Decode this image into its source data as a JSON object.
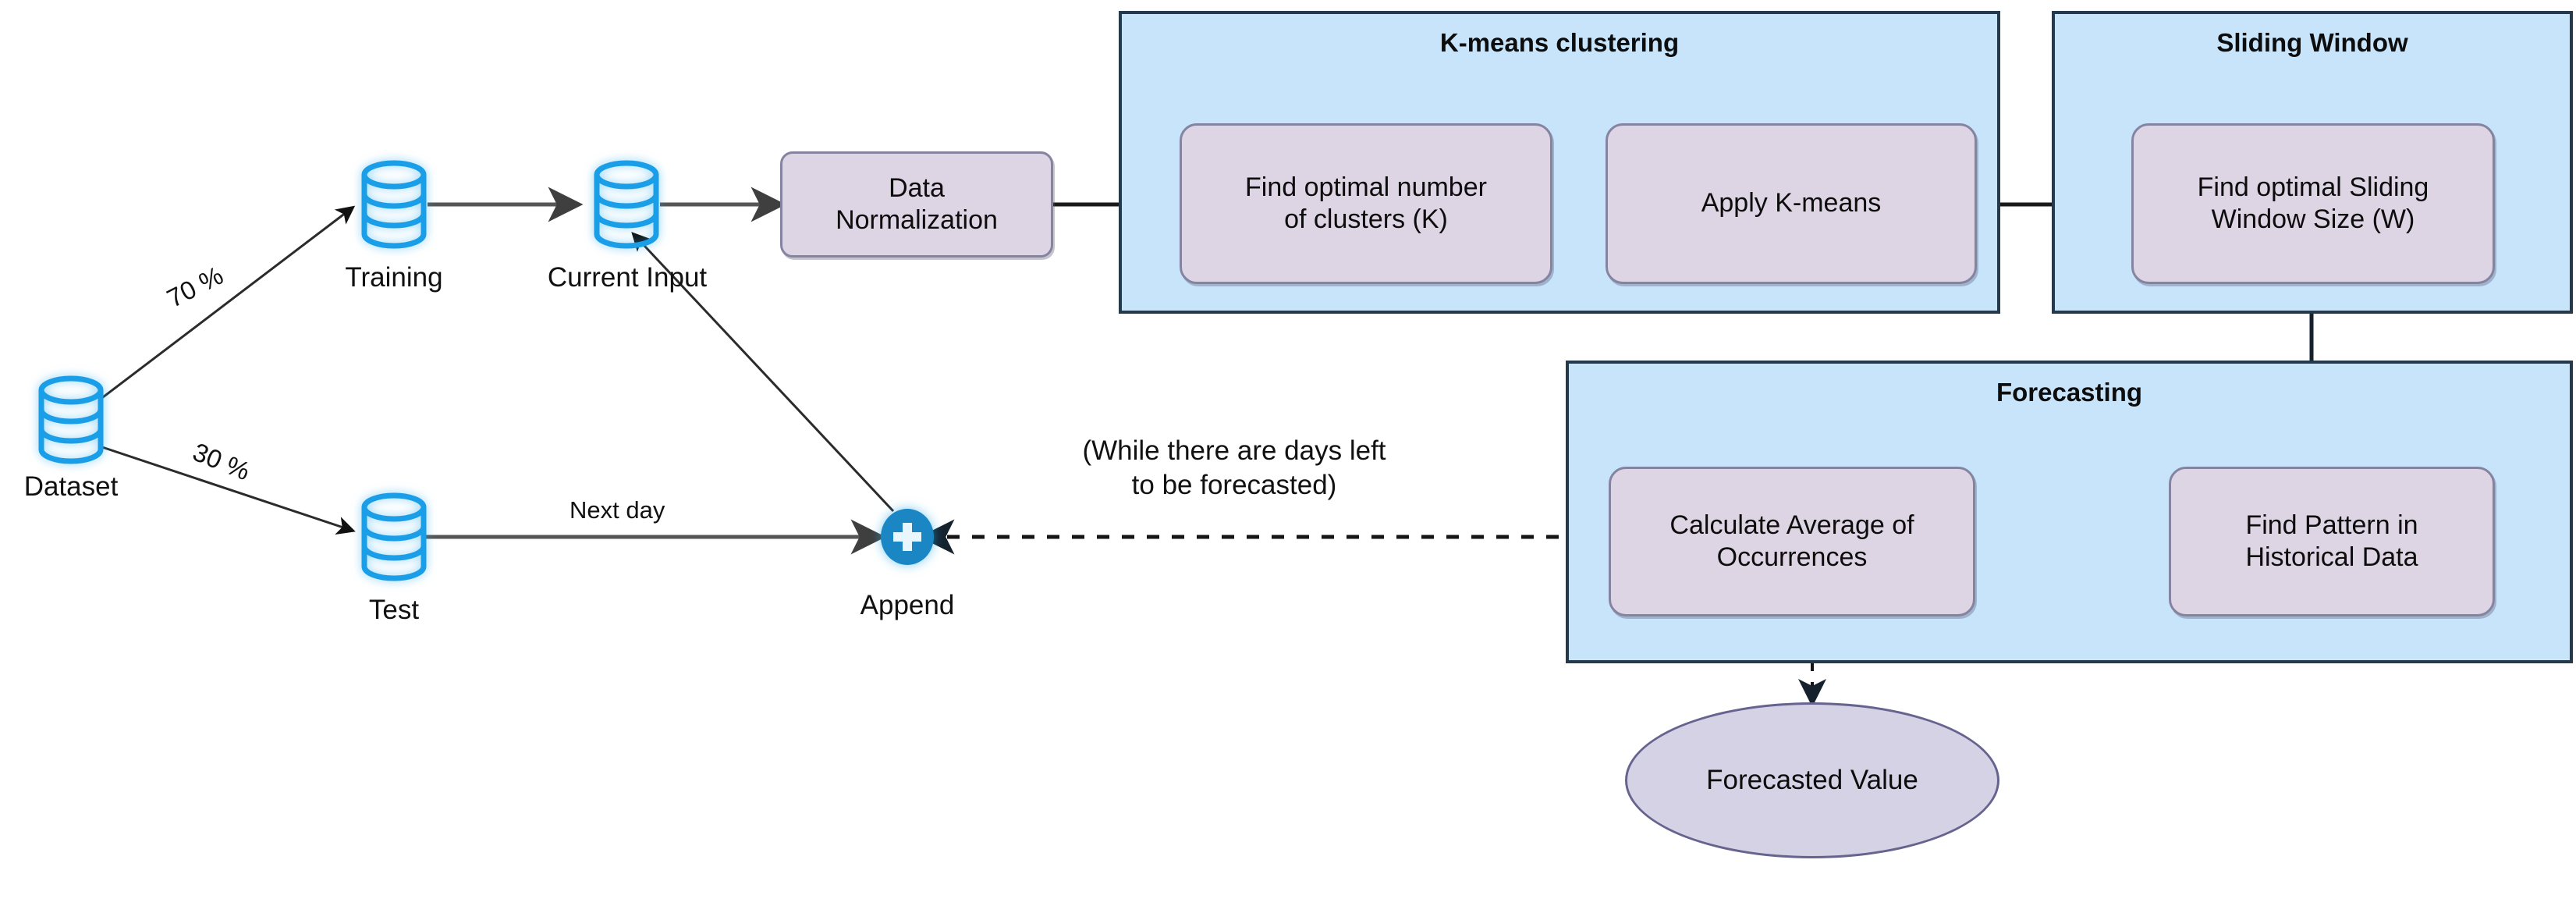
{
  "diagram": {
    "title_hidden": "",
    "colors": {
      "group_fill": "#c7e4fb",
      "group_border": "#24394c",
      "process_fill": "#ddd4e4",
      "process_border": "#8484a0",
      "ellipse_fill": "#d5d2e6",
      "ellipse_border": "#66638e",
      "cylinder_stroke": "#1a9ee8",
      "append_fill": "#1a87c4",
      "edge_stroke": "#555555",
      "arrow_dark": "#111111"
    }
  },
  "datastores": [
    {
      "id": "dataset",
      "label": "Dataset"
    },
    {
      "id": "training",
      "label": "Training"
    },
    {
      "id": "current_input",
      "label": "Current Input"
    },
    {
      "id": "test",
      "label": "Test"
    }
  ],
  "append": {
    "label": "Append",
    "glyph": "+"
  },
  "edge_labels": {
    "split_train": "70 %",
    "split_test": "30 %",
    "next_day": "Next day",
    "loop_condition_line1": "(While there are days left",
    "loop_condition_line2": "to be forecasted)"
  },
  "processes": {
    "data_normalization": {
      "line1": "Data",
      "line2": "Normalization"
    },
    "find_k": {
      "line1": "Find optimal number",
      "line2": "of clusters (K)"
    },
    "apply_kmeans": {
      "line1": "Apply K-means",
      "line2": ""
    },
    "find_window": {
      "line1": "Find optimal Sliding",
      "line2": "Window Size (W)"
    },
    "calc_average": {
      "line1": "Calculate Average of",
      "line2": "Occurrences"
    },
    "find_pattern": {
      "line1": "Find Pattern in",
      "line2": "Historical Data"
    }
  },
  "groups": {
    "kmeans": {
      "title": "K-means clustering"
    },
    "sliding_window": {
      "title": "Sliding Window"
    },
    "forecasting": {
      "title": "Forecasting"
    }
  },
  "terminal": {
    "label": "Forecasted Value"
  }
}
